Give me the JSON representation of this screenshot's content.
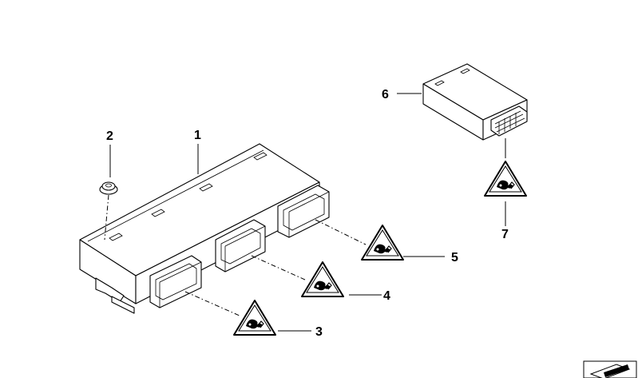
{
  "diagram": {
    "labels": {
      "p1": "1",
      "p2": "2",
      "p3": "3",
      "p4": "4",
      "p5": "5",
      "p6": "6",
      "p7": "7"
    },
    "colors": {
      "line": "#000000",
      "background": "#ffffff"
    },
    "icons": [
      "warning-triangle-esd-icon",
      "corner-arrow-icon"
    ]
  }
}
